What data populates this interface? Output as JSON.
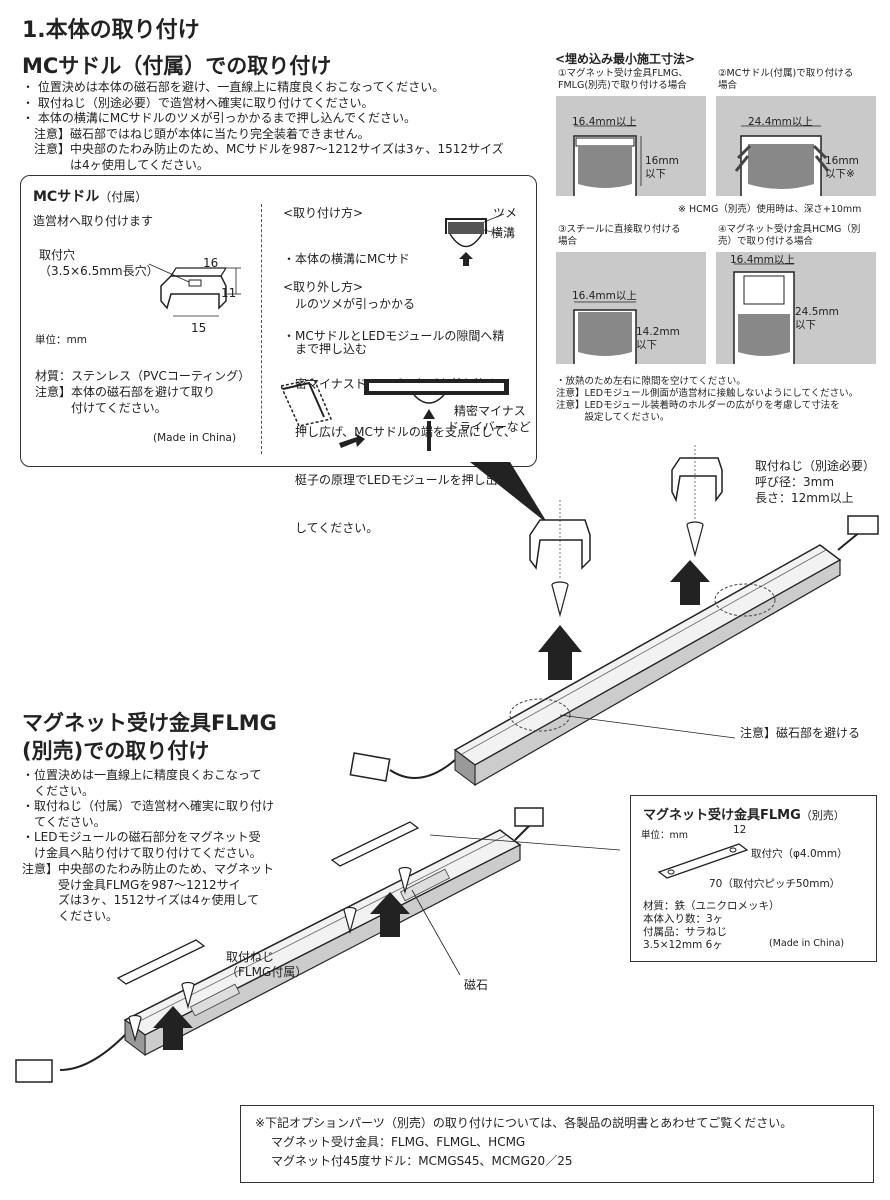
{
  "section_title": "1.本体の取り付け",
  "mc": {
    "heading": "MCサドル（付属）での取り付け",
    "notes": [
      "・ 位置決めは本体の磁石部を避け、一直線上に精度良くおこなってください。",
      "・ 取付ねじ（別途必要）で造営材へ確実に取り付けてください。",
      "・ 本体の横溝にMCサドルのツメが引っかかるまで押し込んでください。",
      "　注意】磁石部ではねじ頭が本体に当たり完全装着できません。",
      "　注意】中央部のたわみ防止のため、MCサドルを987～1212サイズは3ヶ、1512サイズ",
      "　　　　は4ヶ使用してください。"
    ]
  },
  "mc_box": {
    "title": "MCサドル",
    "title_sub": "（付属）",
    "subtitle": "造営材へ取り付けます",
    "hole_label": "取付穴",
    "hole_size": "（3.5×6.5mm長穴）",
    "dim_16": "16",
    "dim_11": "11",
    "dim_15": "15",
    "unit": "単位：mm",
    "material": "材質：ステンレス（PVCコーティング）",
    "caution_1": "注意】本体の磁石部を避けて取り",
    "caution_2": "　　　付けてください。",
    "origin": "(Made in China)",
    "attach_title": "<取り付け方>",
    "attach_lines": [
      "・本体の横溝にMCサド",
      "　ルのツメが引っかかる",
      "　まで押し込む"
    ],
    "tsume": "ツメ",
    "yokomizo": "横溝",
    "remove_title": "<取り外し方>",
    "remove_lines": [
      "・MCサドルとLEDモジュールの隙間へ精",
      "　密マイナスドライバーなどを差し込んで",
      "　押し広げ、MCサドルの端を支点にして、",
      "　梃子の原理でLEDモジュールを押し出",
      "　してください。"
    ],
    "driver_1": "精密マイナス",
    "driver_2": "ドライバーなど"
  },
  "embed": {
    "title": "<埋め込み最小施工寸法>",
    "d1_caption": [
      "①マグネット受け金具FLMG、",
      "FMLG(別売)で取り付ける場合"
    ],
    "d1_width": "16.4mm以上",
    "d1_depth": [
      "16mm",
      "以下"
    ],
    "d2_caption": [
      "②MCサドル(付属)で取り付ける",
      "場合"
    ],
    "d2_width": "24.4mm以上",
    "d2_depth": [
      "16mm",
      "以下※"
    ],
    "hcmg_note": "※ HCMG（別売）使用時は、深さ+10mm",
    "d3_caption": [
      "③スチールに直接取り付ける",
      "場合"
    ],
    "d3_width": "16.4mm以上",
    "d3_depth": [
      "14.2mm",
      "以下"
    ],
    "d4_caption": [
      "④マグネット受け金具HCMG（別",
      "売）で取り付ける場合"
    ],
    "d4_width": "16.4mm以上",
    "d4_depth": [
      "24.5mm",
      "以下"
    ],
    "notes": [
      "・放熱のため左右に隙間を空けてください。",
      "注意】LEDモジュール側面が造営材に接触しないようにしてください。",
      "注意】LEDモジュール装着時のホルダーの広がりを考慮して寸法を",
      "　　　設定してください。"
    ]
  },
  "screw_top": {
    "title": "取付ねじ（別途必要）",
    "size": "呼び径：3mm",
    "length": "長さ：12mm以上"
  },
  "magnet_caution": "注意】磁石部を避ける",
  "flmg": {
    "heading_1": "マグネット受け金具FLMG",
    "heading_2": "(別売)での取り付け",
    "notes": [
      "・位置決めは一直線上に精度良くおこなって",
      "　ください。",
      "・取付ねじ（付属）で造営材へ確実に取り付け",
      "　てください。",
      "・LEDモジュールの磁石部分をマグネット受",
      "　け金具へ貼り付けて取り付けてください。"
    ],
    "caution": [
      "注意】中央部のたわみ防止のため、マグネット",
      "　　　受け金具FLMGを987～1212サイ",
      "　　　ズは3ヶ、1512サイズは4ヶ使用して",
      "　　　ください。"
    ],
    "screw_label_1": "取付ねじ",
    "screw_label_2": "（FLMG付属）",
    "magnet_label": "磁石"
  },
  "flmg_box": {
    "title": "マグネット受け金具FLMG",
    "title_sub": "（別売）",
    "unit": "単位：mm",
    "dim_12": "12",
    "hole": "取付穴（φ4.0mm）",
    "length": "70（取付穴ピッチ50mm）",
    "material": "材質：鉄（ユニクロメッキ）",
    "qty": "本体入り数：3ヶ",
    "accessory": "付属品：サラねじ",
    "accessory_2": "3.5×12mm 6ヶ",
    "origin": "(Made in China)"
  },
  "options": {
    "line1": "※下記オプションパーツ（別売）の取り付けについては、各製品の説明書とあわせてご覧ください。",
    "line2": "マグネット受け金具：FLMG、FLMGL、HCMG",
    "line3": "マグネット付45度サドル：MCMGS45、MCMG20／25"
  }
}
